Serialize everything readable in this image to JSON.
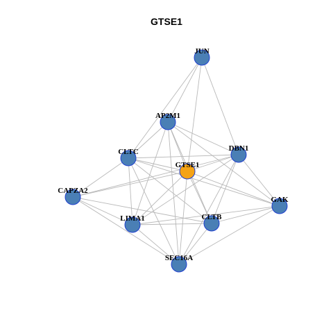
{
  "title": "GTSE1",
  "colors": {
    "node_fill": "#4a7fb5",
    "center_fill": "#f4a316",
    "node_stroke": "#1f3fcf",
    "edge": "#b8b8b8"
  },
  "nodes": [
    {
      "id": "JUN",
      "label": "JUN",
      "center": false
    },
    {
      "id": "AP2M1",
      "label": "AP2M1",
      "center": false
    },
    {
      "id": "DBN1",
      "label": "DBN1",
      "center": false
    },
    {
      "id": "CLTC",
      "label": "CLTC",
      "center": false
    },
    {
      "id": "GTSE1",
      "label": "GTSE1",
      "center": true
    },
    {
      "id": "CAPZA2",
      "label": "CAPZA2",
      "center": false
    },
    {
      "id": "GAK",
      "label": "GAK",
      "center": false
    },
    {
      "id": "LIMA1",
      "label": "LIMA1",
      "center": false
    },
    {
      "id": "CLTB",
      "label": "CLTB",
      "center": false
    },
    {
      "id": "SEC16A",
      "label": "SEC16A",
      "center": false
    }
  ],
  "edges": [
    [
      "JUN",
      "AP2M1"
    ],
    [
      "JUN",
      "CLTC"
    ],
    [
      "JUN",
      "GTSE1"
    ],
    [
      "JUN",
      "DBN1"
    ],
    [
      "AP2M1",
      "CLTC"
    ],
    [
      "AP2M1",
      "DBN1"
    ],
    [
      "AP2M1",
      "GTSE1"
    ],
    [
      "AP2M1",
      "GAK"
    ],
    [
      "AP2M1",
      "LIMA1"
    ],
    [
      "AP2M1",
      "CLTB"
    ],
    [
      "AP2M1",
      "SEC16A"
    ],
    [
      "CLTC",
      "DBN1"
    ],
    [
      "CLTC",
      "GTSE1"
    ],
    [
      "CLTC",
      "CAPZA2"
    ],
    [
      "CLTC",
      "GAK"
    ],
    [
      "CLTC",
      "LIMA1"
    ],
    [
      "CLTC",
      "CLTB"
    ],
    [
      "CLTC",
      "SEC16A"
    ],
    [
      "DBN1",
      "GTSE1"
    ],
    [
      "DBN1",
      "CAPZA2"
    ],
    [
      "DBN1",
      "GAK"
    ],
    [
      "DBN1",
      "LIMA1"
    ],
    [
      "DBN1",
      "CLTB"
    ],
    [
      "DBN1",
      "SEC16A"
    ],
    [
      "GTSE1",
      "CAPZA2"
    ],
    [
      "GTSE1",
      "GAK"
    ],
    [
      "GTSE1",
      "LIMA1"
    ],
    [
      "GTSE1",
      "CLTB"
    ],
    [
      "GTSE1",
      "SEC16A"
    ],
    [
      "CAPZA2",
      "LIMA1"
    ],
    [
      "CAPZA2",
      "CLTB"
    ],
    [
      "CAPZA2",
      "SEC16A"
    ],
    [
      "GAK",
      "LIMA1"
    ],
    [
      "GAK",
      "CLTB"
    ],
    [
      "GAK",
      "SEC16A"
    ],
    [
      "LIMA1",
      "CLTB"
    ],
    [
      "LIMA1",
      "SEC16A"
    ],
    [
      "CLTB",
      "SEC16A"
    ]
  ]
}
